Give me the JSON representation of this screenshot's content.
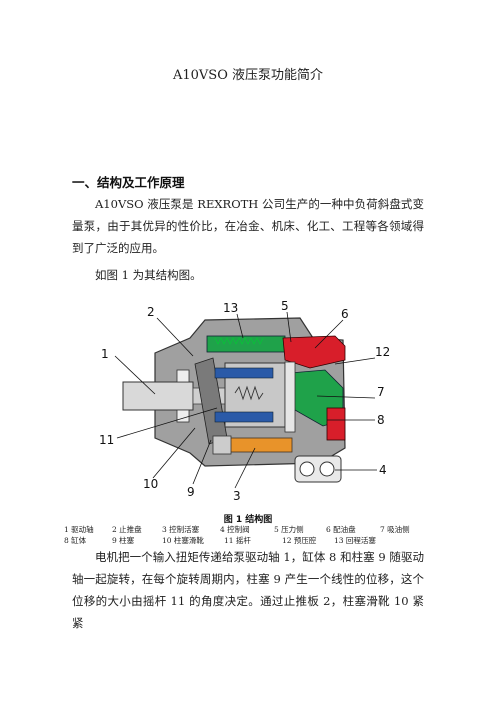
{
  "doc": {
    "title": "A10VSO 液压泵功能简介",
    "section1_heading": "一、结构及工作原理",
    "para1": "A10VSO 液压泵是 REXROTH 公司生产的一种中负荷斜盘式变量泵，由于其优异的性价比，在冶金、机床、化工、工程等各领域得到了广泛的应用。",
    "para2": "如图 1 为其结构图。",
    "para3": "电机把一个输入扭矩传递给泵驱动轴 1，缸体 8 和柱塞 9 随驱动轴一起旋转，在每个旋转周期内，柱塞 9 产生一个线性的位移，这个位移的大小由摇杆 11 的角度决定。通过止推板 2，柱塞滑靴 10 紧紧"
  },
  "figure": {
    "caption": "图 1  结构图",
    "callouts": [
      "1",
      "2",
      "13",
      "5",
      "6",
      "12",
      "7",
      "8",
      "4",
      "3",
      "9",
      "10",
      "11"
    ],
    "legend_row1": [
      "1 驱动轴",
      "2 止推盘",
      "3 控制活塞",
      "4 控制阀",
      "5 压力侧",
      "6 配油盘",
      "7 吸油侧"
    ],
    "legend_row2": [
      "8 缸体",
      "9 柱塞",
      "10 柱塞滑靴",
      "11 摇杆",
      "12 预压腔",
      "13 回程活塞"
    ],
    "colors": {
      "housing": "#9a9a9a",
      "pressure": "#d81e2a",
      "suction": "#1fa24a",
      "control": "#e8932a",
      "internal": "#2a5aa8"
    }
  }
}
